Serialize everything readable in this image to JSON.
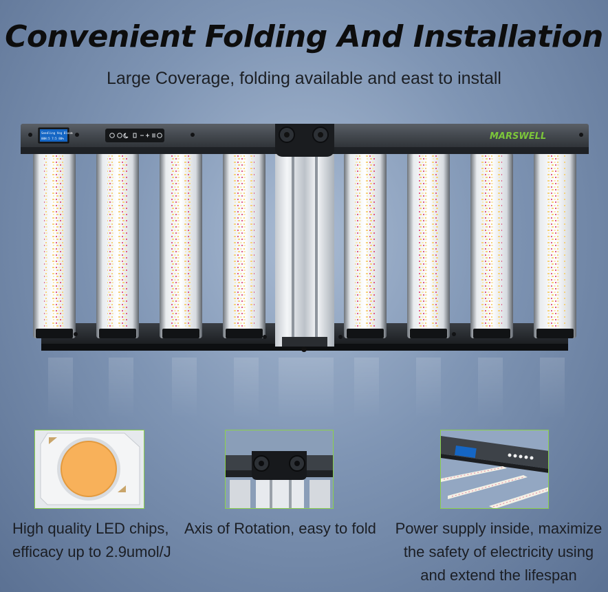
{
  "header": {
    "title": "Convenient Folding And Installation",
    "subtitle": "Large Coverage, folding available and east to install"
  },
  "product": {
    "brand_logo_text": "MARSWELL",
    "screen_line_1": "Seedling Veg Bloom",
    "screen_line_2": "00H:5 7:5 80%",
    "button_icons": [
      "power-icon",
      "cycle-icon",
      "moon-icon",
      "leaf-icon",
      "minus-icon",
      "plus-icon",
      "menu-icon",
      "ok-icon"
    ],
    "accent_color": "#7cc63a"
  },
  "features": [
    {
      "image_name": "led-chip-image",
      "lines": [
        "High quality LED chips,",
        "efficacy up to 2.9umol/J"
      ]
    },
    {
      "image_name": "rotation-axis-image",
      "lines": [
        "Axis of Rotation, easy to fold"
      ]
    },
    {
      "image_name": "power-supply-image",
      "lines": [
        "Power supply inside, maximize",
        "the safety of electricity using",
        "and extend the lifespan"
      ]
    }
  ]
}
